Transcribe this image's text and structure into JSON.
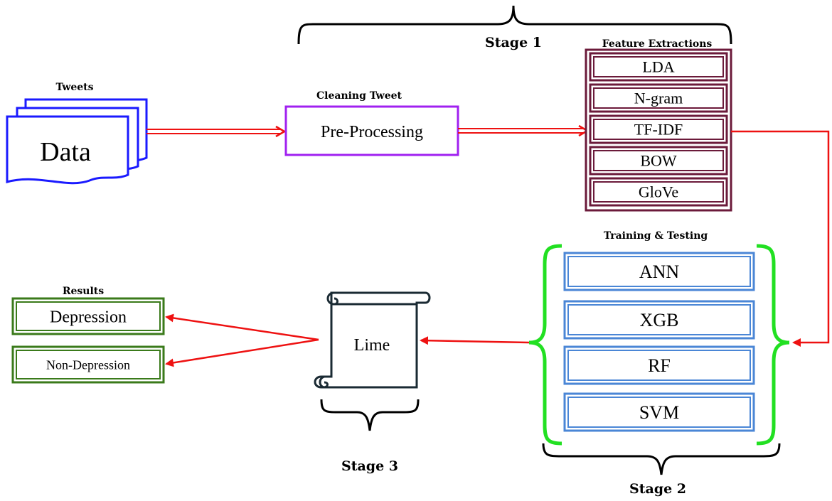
{
  "stage1": {
    "label": "Stage 1"
  },
  "stage2": {
    "label": "Stage 2"
  },
  "stage3": {
    "label": "Stage 3"
  },
  "tweets": {
    "title": "Tweets",
    "data_label": "Data"
  },
  "cleaning": {
    "title": "Cleaning Tweet",
    "box_label": "Pre-Processing"
  },
  "features": {
    "title": "Feature Extractions",
    "items": [
      "LDA",
      "N-gram",
      "TF-IDF",
      "BOW",
      "GloVe"
    ]
  },
  "training": {
    "title": "Training & Testing",
    "items": [
      "ANN",
      "XGB",
      "RF",
      "SVM"
    ]
  },
  "lime": {
    "label": "Lime"
  },
  "results": {
    "title": "Results",
    "items": [
      "Depression",
      "Non-Depression"
    ]
  },
  "colors": {
    "data": "#1a1aff",
    "preprocess": "#a020f0",
    "features": "#6b1a3a",
    "training_brace": "#22e022",
    "training_box": "#4a86d6",
    "lime": "#1a2a33",
    "results": "#3a7a1a",
    "arrow": "#ee1111"
  }
}
